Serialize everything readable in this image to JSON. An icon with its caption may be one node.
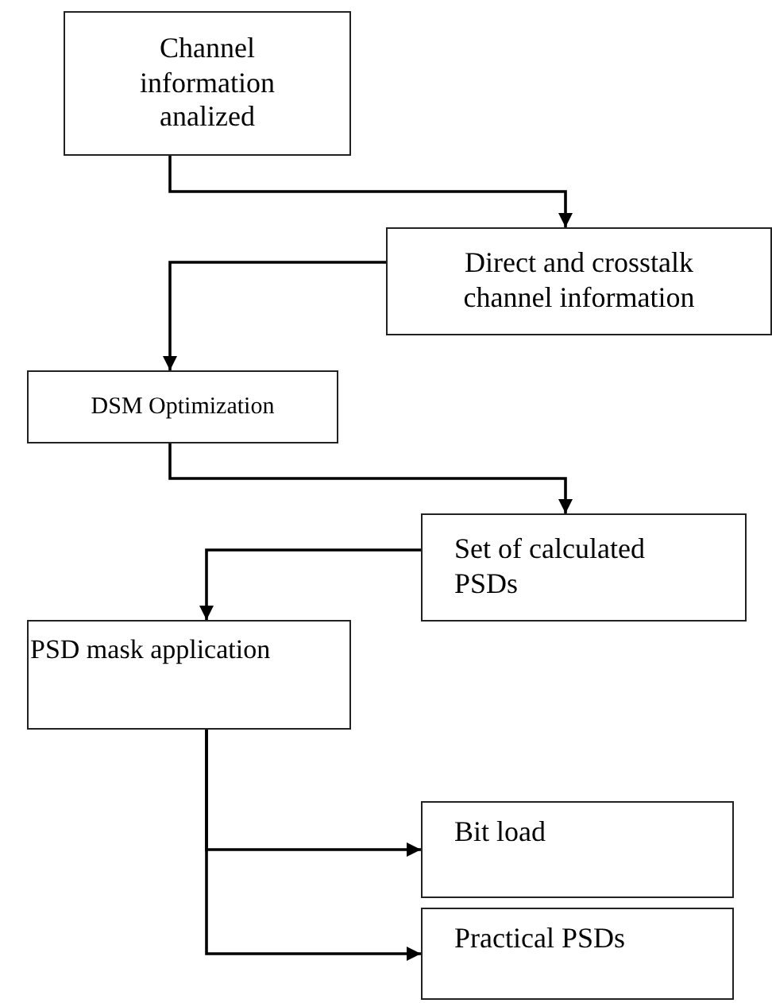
{
  "diagram": {
    "nodes": [
      {
        "text": [
          "Channel information analized"
        ]
      },
      {
        "text": [
          "Direct and crosstalk channel information"
        ]
      },
      {
        "text": [
          "DSM Optimization"
        ]
      },
      {
        "text": [
          "Set of calculated PSDs"
        ]
      },
      {
        "text": [
          "PSD mask application"
        ]
      },
      {
        "text": [
          "Bit load"
        ]
      },
      {
        "text": [
          "Practical PSDs"
        ]
      }
    ],
    "edges": [
      {
        "from": 0,
        "to": 1,
        "arrow": "to"
      },
      {
        "from": 1,
        "to": 2,
        "arrow": "to"
      },
      {
        "from": 2,
        "to": 3,
        "arrow": "to"
      },
      {
        "from": 3,
        "to": 4,
        "arrow": "to"
      },
      {
        "from": 4,
        "to": 5,
        "arrow": "to"
      },
      {
        "from": 4,
        "to": 6,
        "arrow": "to"
      }
    ]
  }
}
